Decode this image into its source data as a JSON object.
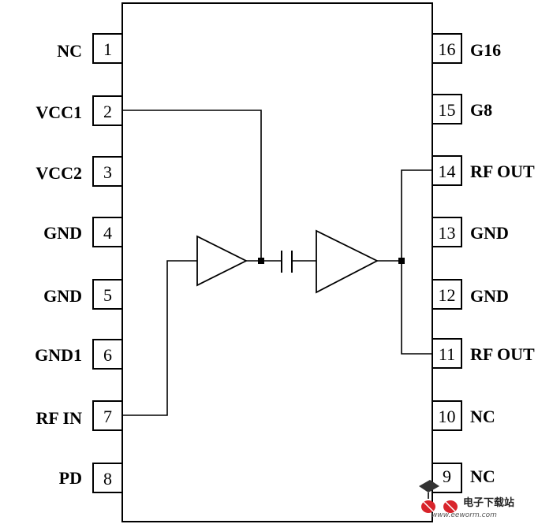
{
  "pins": [
    {
      "num": "1",
      "label": "NC"
    },
    {
      "num": "2",
      "label": "VCC1"
    },
    {
      "num": "3",
      "label": "VCC2"
    },
    {
      "num": "4",
      "label": "GND"
    },
    {
      "num": "5",
      "label": "GND"
    },
    {
      "num": "6",
      "label": "GND1"
    },
    {
      "num": "7",
      "label": "RF IN"
    },
    {
      "num": "8",
      "label": "PD"
    },
    {
      "num": "9",
      "label": "NC"
    },
    {
      "num": "10",
      "label": "NC"
    },
    {
      "num": "11",
      "label": "RF OUT"
    },
    {
      "num": "12",
      "label": "GND"
    },
    {
      "num": "13",
      "label": "GND"
    },
    {
      "num": "14",
      "label": "RF OUT"
    },
    {
      "num": "15",
      "label": "G8"
    },
    {
      "num": "16",
      "label": "G16"
    }
  ],
  "watermark": {
    "brand": "电子下载站",
    "url": "www.eeworm.com"
  }
}
